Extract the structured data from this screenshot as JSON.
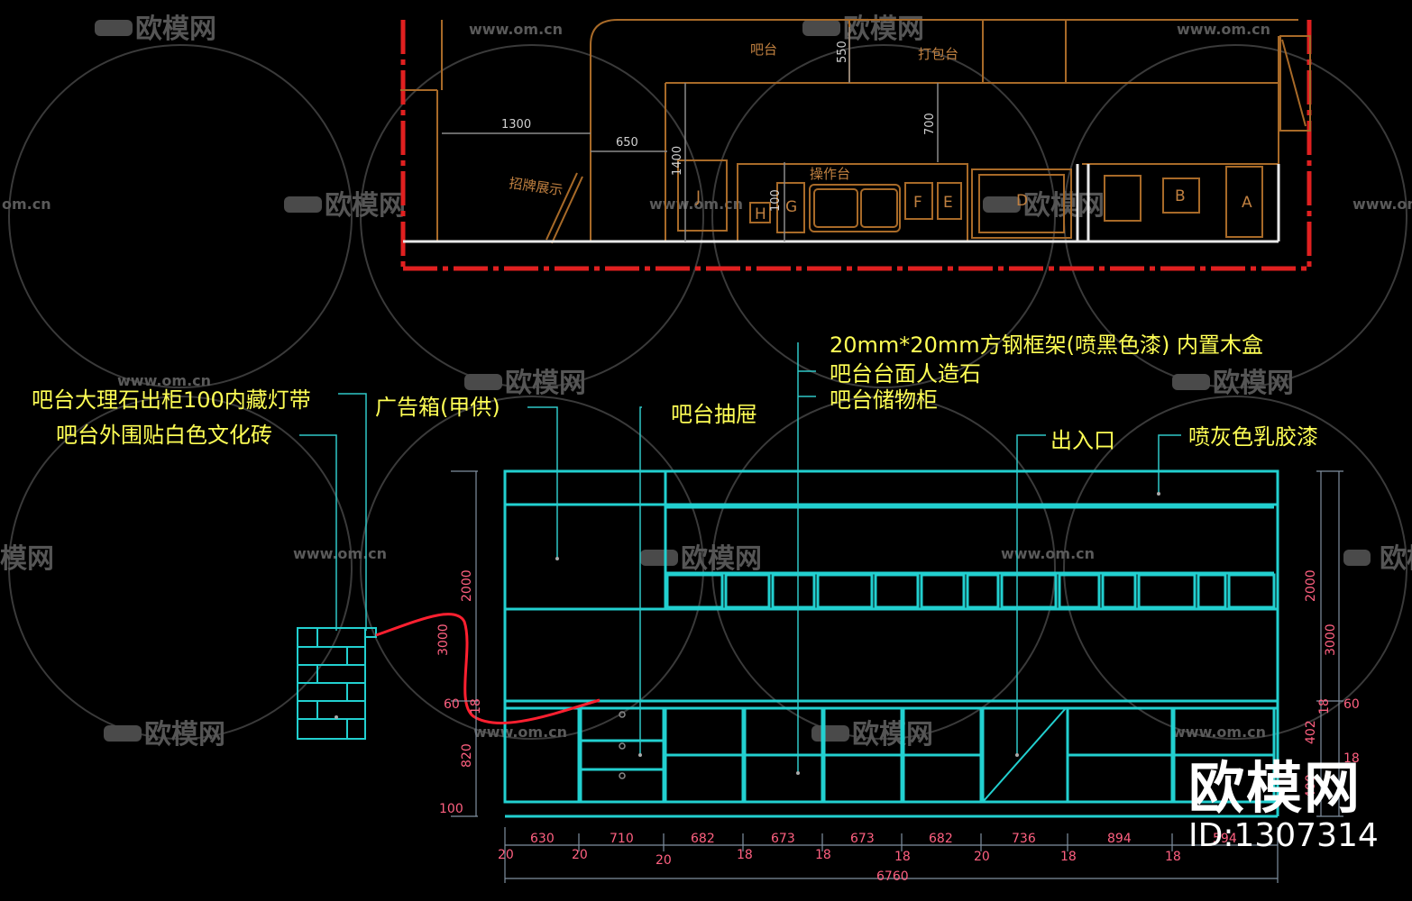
{
  "colors": {
    "background": "#000000",
    "plan_lines": "#b0702a",
    "plan_text": "#c08040",
    "plan_border": "#e02020",
    "elevation_lines": "#20d8d8",
    "annotation_text": "#ffff50",
    "leader_lines": "#2fc8c8",
    "dimension_text": "#ff6080",
    "dimension_lines": "#8090a0",
    "watermark": "#5a5a5a",
    "red_cable": "#ff2030",
    "brand_text": "#ffffff"
  },
  "watermark": {
    "logo_text": "欧模网",
    "url": "www.om.cn",
    "partial_url": "om.cn",
    "partial_logo": "模网"
  },
  "plan": {
    "labels": {
      "bar": "吧台",
      "packing_table": "打包台",
      "signboard": "招牌展示",
      "operating_table": "操作台"
    },
    "dims": {
      "d1300": "1300",
      "d650": "650",
      "d550": "550",
      "d700": "700",
      "d1400": "1400",
      "d100": "100"
    },
    "equipment": {
      "a": "A",
      "b": "B",
      "d": "D",
      "e": "E",
      "f": "F",
      "g": "G",
      "h": "H",
      "j": "J"
    }
  },
  "elevation": {
    "annotations": {
      "marble": "吧台大理石出柜100内藏灯带",
      "tile": "吧台外围贴白色文化砖",
      "adbox": "广告箱(甲供)",
      "drawer": "吧台抽屉",
      "steel_frame": "20mm*20mm方钢框架(喷黑色漆) 内置木盒",
      "countertop": "吧台台面人造石",
      "storage": "吧台储物柜",
      "entrance": "出入口",
      "paint": "喷灰色乳胶漆"
    },
    "left_dims": {
      "h3000": "3000",
      "h2000": "2000",
      "h60": "60",
      "h18": "18",
      "h820": "820",
      "h100": "100"
    },
    "right_dims": {
      "h2000": "2000",
      "h3000": "3000",
      "h60": "60",
      "h18a": "18",
      "h402": "402",
      "h18b": "18",
      "h400": "400"
    },
    "bottom_widths": [
      "630",
      "710",
      "682",
      "673",
      "673",
      "682",
      "736",
      "894",
      "594"
    ],
    "bottom_gaps": [
      "20",
      "20",
      "20",
      "18",
      "18",
      "18",
      "20",
      "18",
      "18"
    ],
    "total_width": "6760"
  },
  "branding": {
    "name": "欧模网",
    "id": "ID:1307314"
  }
}
